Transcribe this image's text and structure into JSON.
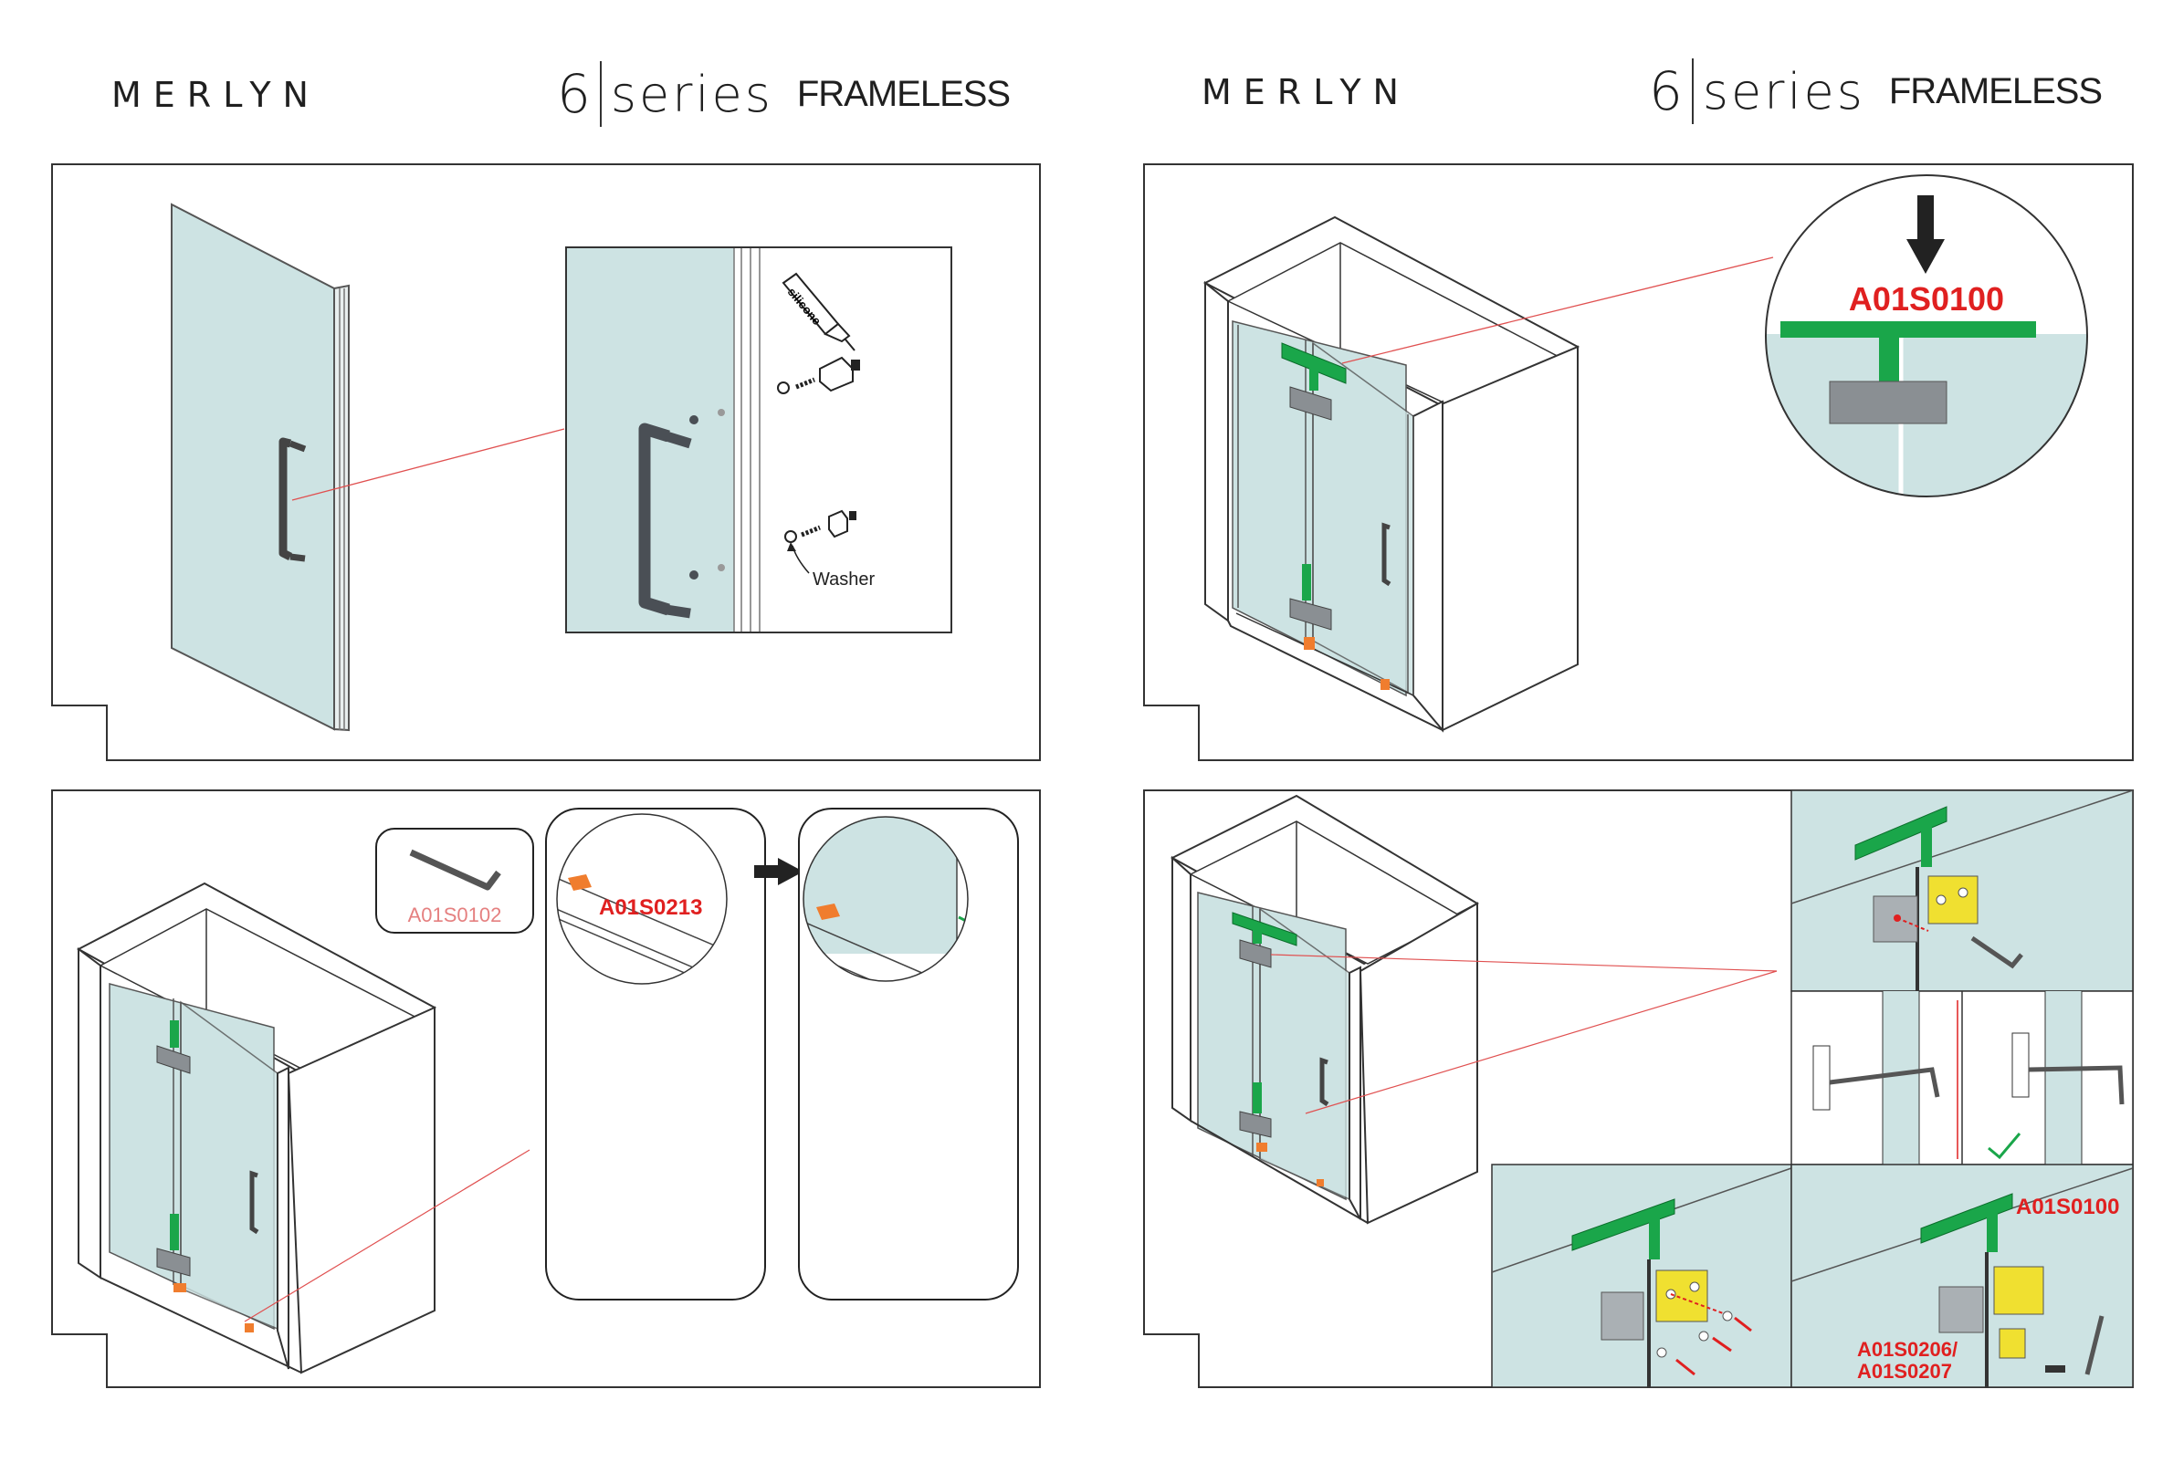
{
  "left_header": {
    "brand": "MERLYN",
    "series_number": "6",
    "series_word": "series",
    "series_type": "FRAMELESS"
  },
  "right_header": {
    "brand": "MERLYN",
    "series_number": "6",
    "series_word": "series",
    "series_type": "FRAMELESS"
  },
  "panel1": {
    "silicone_label": "silicone",
    "washer_label": "Washer"
  },
  "panel2": {
    "part_code": "A01S0100"
  },
  "panel3": {
    "tool_code": "A01S0102",
    "part_code": "A01S0213"
  },
  "panel4": {
    "part_code": "A01S0100",
    "part_code_alt_1": "A01S0206/",
    "part_code_alt_2": "A01S0207"
  },
  "colors": {
    "glass": "#cde3e3",
    "green": "#1aa64a",
    "orange": "#f07d2e",
    "yellow": "#f0e030",
    "red": "#e02020",
    "gray": "#8a8f93"
  }
}
